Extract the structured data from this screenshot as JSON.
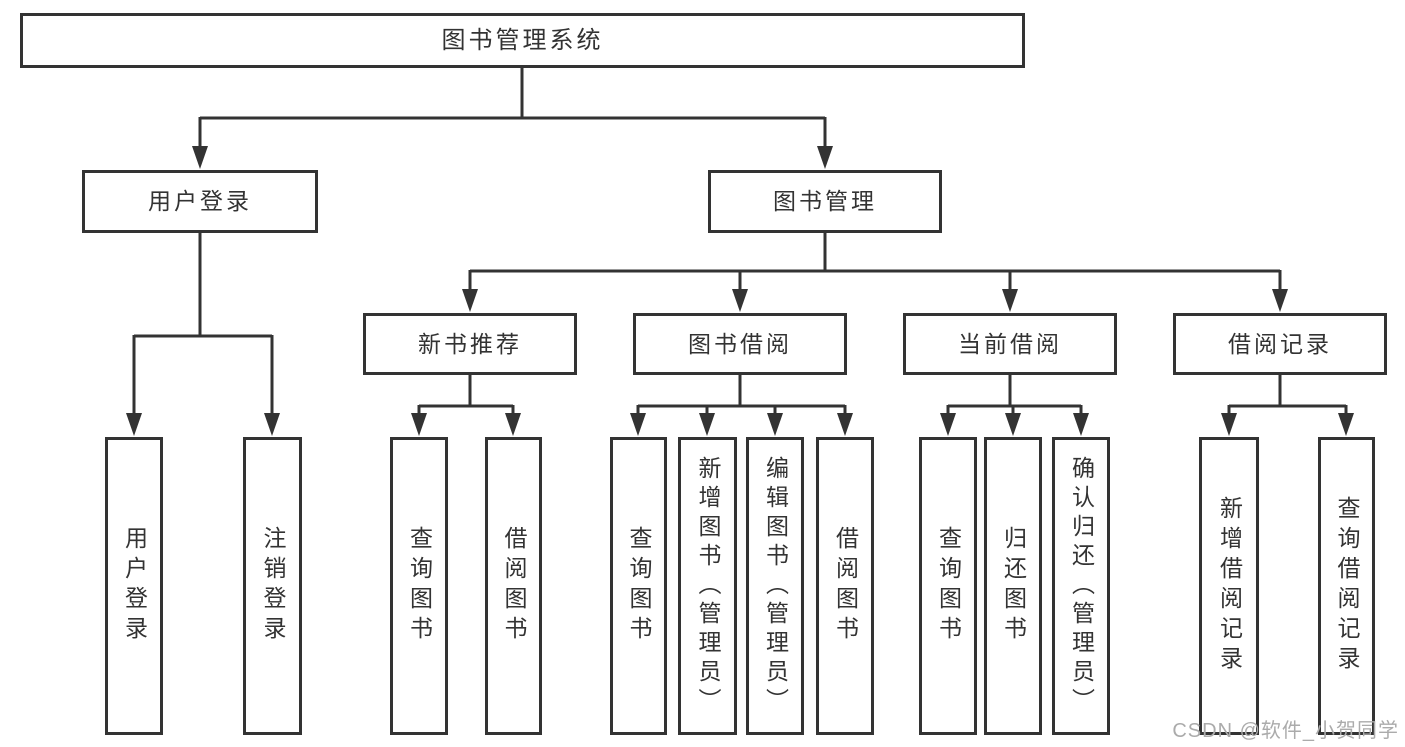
{
  "diagram": {
    "type": "tree",
    "colors": {
      "line": "#333333",
      "box_border": "#333333",
      "text": "#333333",
      "background": "#ffffff",
      "watermark": "#ababab"
    },
    "watermark": "CSDN @软件_小贺同学",
    "nodes": {
      "root": {
        "label": "图书管理系统"
      },
      "user_login": {
        "label": "用户登录"
      },
      "book_mgmt": {
        "label": "图书管理"
      },
      "new_book_rec": {
        "label": "新书推荐"
      },
      "book_borrow": {
        "label": "图书借阅"
      },
      "current_borrow": {
        "label": "当前借阅"
      },
      "borrow_records": {
        "label": "借阅记录"
      },
      "leaf_user_login": {
        "label": "用户登录"
      },
      "leaf_logout": {
        "label": "注销登录"
      },
      "leaf_query_book_a": {
        "label": "查询图书"
      },
      "leaf_borrow_book_a": {
        "label": "借阅图书"
      },
      "leaf_query_book_b": {
        "label": "查询图书"
      },
      "leaf_add_book": {
        "label": "新增图书（管理员）"
      },
      "leaf_edit_book": {
        "label": "编辑图书（管理员）"
      },
      "leaf_borrow_book_b": {
        "label": "借阅图书"
      },
      "leaf_query_book_c": {
        "label": "查询图书"
      },
      "leaf_return_book": {
        "label": "归还图书"
      },
      "leaf_confirm_return": {
        "label": "确认归还（管理员）"
      },
      "leaf_add_record": {
        "label": "新增借阅记录"
      },
      "leaf_query_record": {
        "label": "查询借阅记录"
      }
    },
    "edges": [
      [
        "root",
        "user_login"
      ],
      [
        "root",
        "book_mgmt"
      ],
      [
        "user_login",
        "leaf_user_login"
      ],
      [
        "user_login",
        "leaf_logout"
      ],
      [
        "book_mgmt",
        "new_book_rec"
      ],
      [
        "book_mgmt",
        "book_borrow"
      ],
      [
        "book_mgmt",
        "current_borrow"
      ],
      [
        "book_mgmt",
        "borrow_records"
      ],
      [
        "new_book_rec",
        "leaf_query_book_a"
      ],
      [
        "new_book_rec",
        "leaf_borrow_book_a"
      ],
      [
        "book_borrow",
        "leaf_query_book_b"
      ],
      [
        "book_borrow",
        "leaf_add_book"
      ],
      [
        "book_borrow",
        "leaf_edit_book"
      ],
      [
        "book_borrow",
        "leaf_borrow_book_b"
      ],
      [
        "current_borrow",
        "leaf_query_book_c"
      ],
      [
        "current_borrow",
        "leaf_return_book"
      ],
      [
        "current_borrow",
        "leaf_confirm_return"
      ],
      [
        "borrow_records",
        "leaf_add_record"
      ],
      [
        "borrow_records",
        "leaf_query_record"
      ]
    ]
  }
}
